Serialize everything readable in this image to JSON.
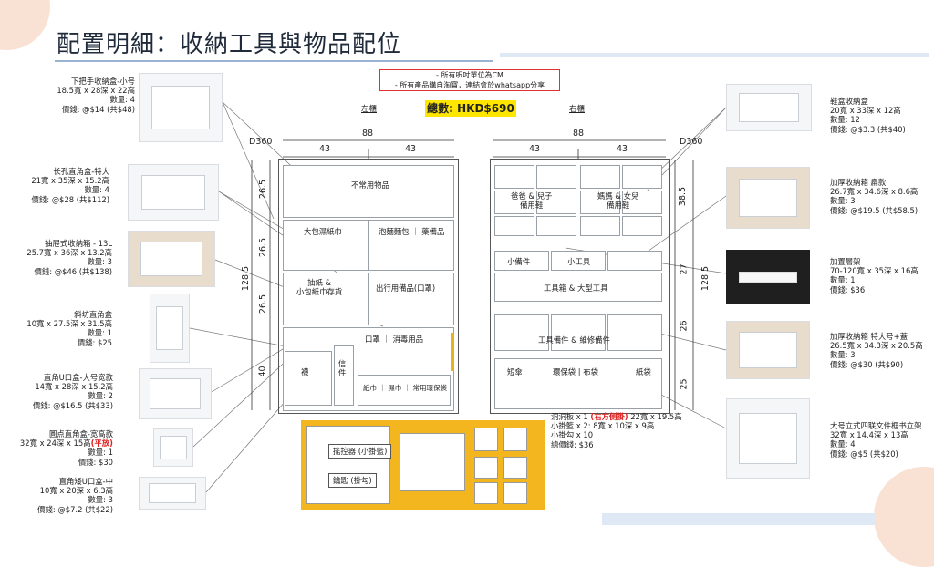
{
  "title": "配置明細：收納工具與物品配位",
  "notes": [
    "-  所有呎吋單位為CM",
    "-  所有產品購自淘寶，連結會於whatsapp分享"
  ],
  "total": "總數: HKD$690",
  "left_cabinet_label": "左櫃",
  "right_cabinet_label": "右櫃",
  "dimensions": {
    "depth": "D360",
    "width_total": "88",
    "col_width": "43",
    "height_total": "128.5",
    "left_rows": [
      "26.5",
      "26.5",
      "26.5",
      "40"
    ],
    "right_rows": [
      "38.5",
      "27",
      "26",
      "25"
    ]
  },
  "left_products": [
    {
      "name": "下把手收納盒-小号",
      "size": "18.5寬 x 28深 x 22高",
      "qty": "數量: 4",
      "price": "價錢: @$14 (共$48)"
    },
    {
      "name": "长孔直角盒-特大",
      "size": "21寬 x 35深 x 15.2高",
      "qty": "數量: 4",
      "price": "價錢: @$28 (共$112)"
    },
    {
      "name": "抽屉式收纳箱 - 13L",
      "size": "25.7寬 x 36深 x 13.2高",
      "qty": "數量: 3",
      "price": "價錢: @$46 (共$138)"
    },
    {
      "name": "斜坊直角盒",
      "size": "10寬 x 27.5深 x 31.5高",
      "qty": "數量: 1",
      "price": "價錢: $25"
    },
    {
      "name": "直角U口盒-大号宽款",
      "size": "14寬 x 28深 x 15.2高",
      "qty": "數量: 2",
      "price": "價錢: @$16.5 (共$33)"
    },
    {
      "name": "圓点直角盒-宽高款",
      "size": "32寬 x 24深 x 15高",
      "size_note": "(平放)",
      "qty": "數量: 1",
      "price": "價錢: $30"
    },
    {
      "name": "直角矮U口盒-中",
      "size": "10寬 x 20深 x 6.3高",
      "qty": "數量: 3",
      "price": "價錢: @$7.2 (共$22)"
    }
  ],
  "right_products": [
    {
      "name": "鞋盒收納盒",
      "size": "20寬 x 33深 x 12高",
      "qty": "數量: 12",
      "price": "價錢: @$3.3 (共$40)"
    },
    {
      "name": "加厚收納箱 扁款",
      "size": "26.7寬 x 34.6深 x 8.6高",
      "qty": "數量: 3",
      "price": "價錢: @$19.5 (共$58.5)"
    },
    {
      "name": "加置層架",
      "size": "70-120寬 x 35深 x 16高",
      "qty": "數量: 1",
      "price": "價錢: $36"
    },
    {
      "name": "加厚收納箱 特大号+蓋",
      "size": "26.5寬 x 34.3深 x 20.5高",
      "qty": "數量: 3",
      "price": "價錢: @$30 (共$90)"
    },
    {
      "name": "大号立式四联文件框书立架",
      "size": "32寬 x 14.4深 x 13高",
      "qty": "數量: 4",
      "price": "價錢: @$5 (共$20)"
    }
  ],
  "left_cells": {
    "c1": "不常用物品",
    "c2": "大包濕紙巾",
    "c3": "泡麵麵包 ｜ 藥備品",
    "c4": "抽紙 &\n小包紙巾存貨",
    "c5": "出行用備品(口罩)",
    "c6": "口罩 ｜ 消毒用品",
    "c7": "襪",
    "c8": "信件",
    "c9": "紙巾 ｜ 濕巾 ｜ 常用環保袋"
  },
  "right_cells": {
    "c1": "爸爸 & 兒子\n備用鞋",
    "c2": "媽媽 & 女兒\n備用鞋",
    "c3": "小備件",
    "c4": "小工具",
    "c5": "工具箱 & 大型工具",
    "c6": "工具備件 & 維修備件",
    "c7": "短傘",
    "c8": "環保袋 | 布袋",
    "c9": "紙袋"
  },
  "pegboard": {
    "tag1": "搖控器 (小掛籃)",
    "tag2": "鑰匙 (掛勾)",
    "line1_a": "洞洞板 x 1 ",
    "line1_red": "(右方側掛)",
    "line1_b": " 22寬 x 19.5高",
    "line2": "小掛籃 x 2: 8寬 x 10深 x 9高",
    "line3": "小掛勾 x 10",
    "line4": "總價錢: $36"
  },
  "colors": {
    "accent_yellow": "#f3b61f",
    "total_yellow": "#ffe600",
    "red": "#e02020",
    "title": "#1f2a3a"
  }
}
